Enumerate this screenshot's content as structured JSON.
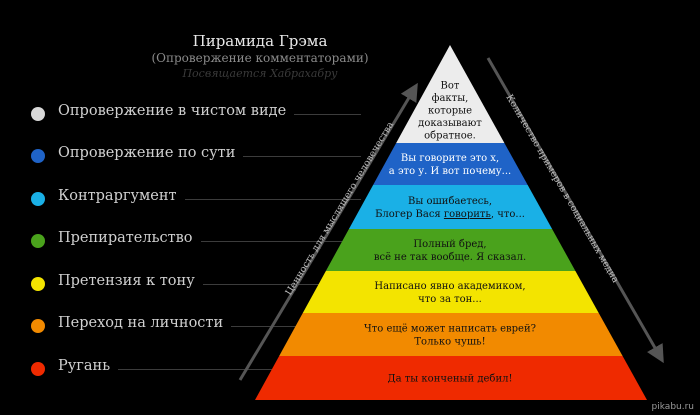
{
  "header": {
    "title": "Пирамида Грэма",
    "subtitle": "(Опровержение комментаторами)",
    "dedication": "Посвящается Хабрахабру"
  },
  "legend": [
    {
      "label": "Опровержение в чистом виде",
      "color": "#d8d8d8"
    },
    {
      "label": "Опровержение по сути",
      "color": "#1f63c7"
    },
    {
      "label": "Контраргумент",
      "color": "#1ab0e6"
    },
    {
      "label": "Препирательство",
      "color": "#4aa21c"
    },
    {
      "label": "Претензия к тону",
      "color": "#f3e400"
    },
    {
      "label": "Переход на личности",
      "color": "#f28a00"
    },
    {
      "label": "Ругань",
      "color": "#ef2a00"
    }
  ],
  "pyramid": {
    "levels": [
      {
        "lines": [
          "Вот",
          "факты,",
          "которые",
          "доказывают",
          "обратное."
        ],
        "color": "#ececec",
        "text_color": "#111111",
        "underline": ""
      },
      {
        "lines": [
          "Вы говорите это х,",
          "а это у. И вот почему..."
        ],
        "color": "#1f63c7",
        "text_color": "#ffffff",
        "underline": ""
      },
      {
        "lines": [
          "Вы ошибаетесь,",
          "Блогер Вася говорить, что..."
        ],
        "color": "#1ab0e6",
        "text_color": "#111111",
        "underline": "говорить"
      },
      {
        "lines": [
          "Полный бред,",
          "всё не так вообще. Я сказал."
        ],
        "color": "#4aa21c",
        "text_color": "#111111",
        "underline": ""
      },
      {
        "lines": [
          "Написано явно академиком,",
          "что за тон..."
        ],
        "color": "#f3e400",
        "text_color": "#111111",
        "underline": ""
      },
      {
        "lines": [
          "Что ещё может написать еврей?",
          "Только чушь!"
        ],
        "color": "#f28a00",
        "text_color": "#111111",
        "underline": ""
      },
      {
        "lines": [
          "Да ты конченый дебил!"
        ],
        "color": "#ef2a00",
        "text_color": "#111111",
        "underline": ""
      }
    ]
  },
  "arrows": {
    "left_label": "Ценность для мыслящего человечества",
    "right_label": "Количество примеров в социальных медиа"
  },
  "footer": {
    "credit": "pikabu.ru"
  }
}
